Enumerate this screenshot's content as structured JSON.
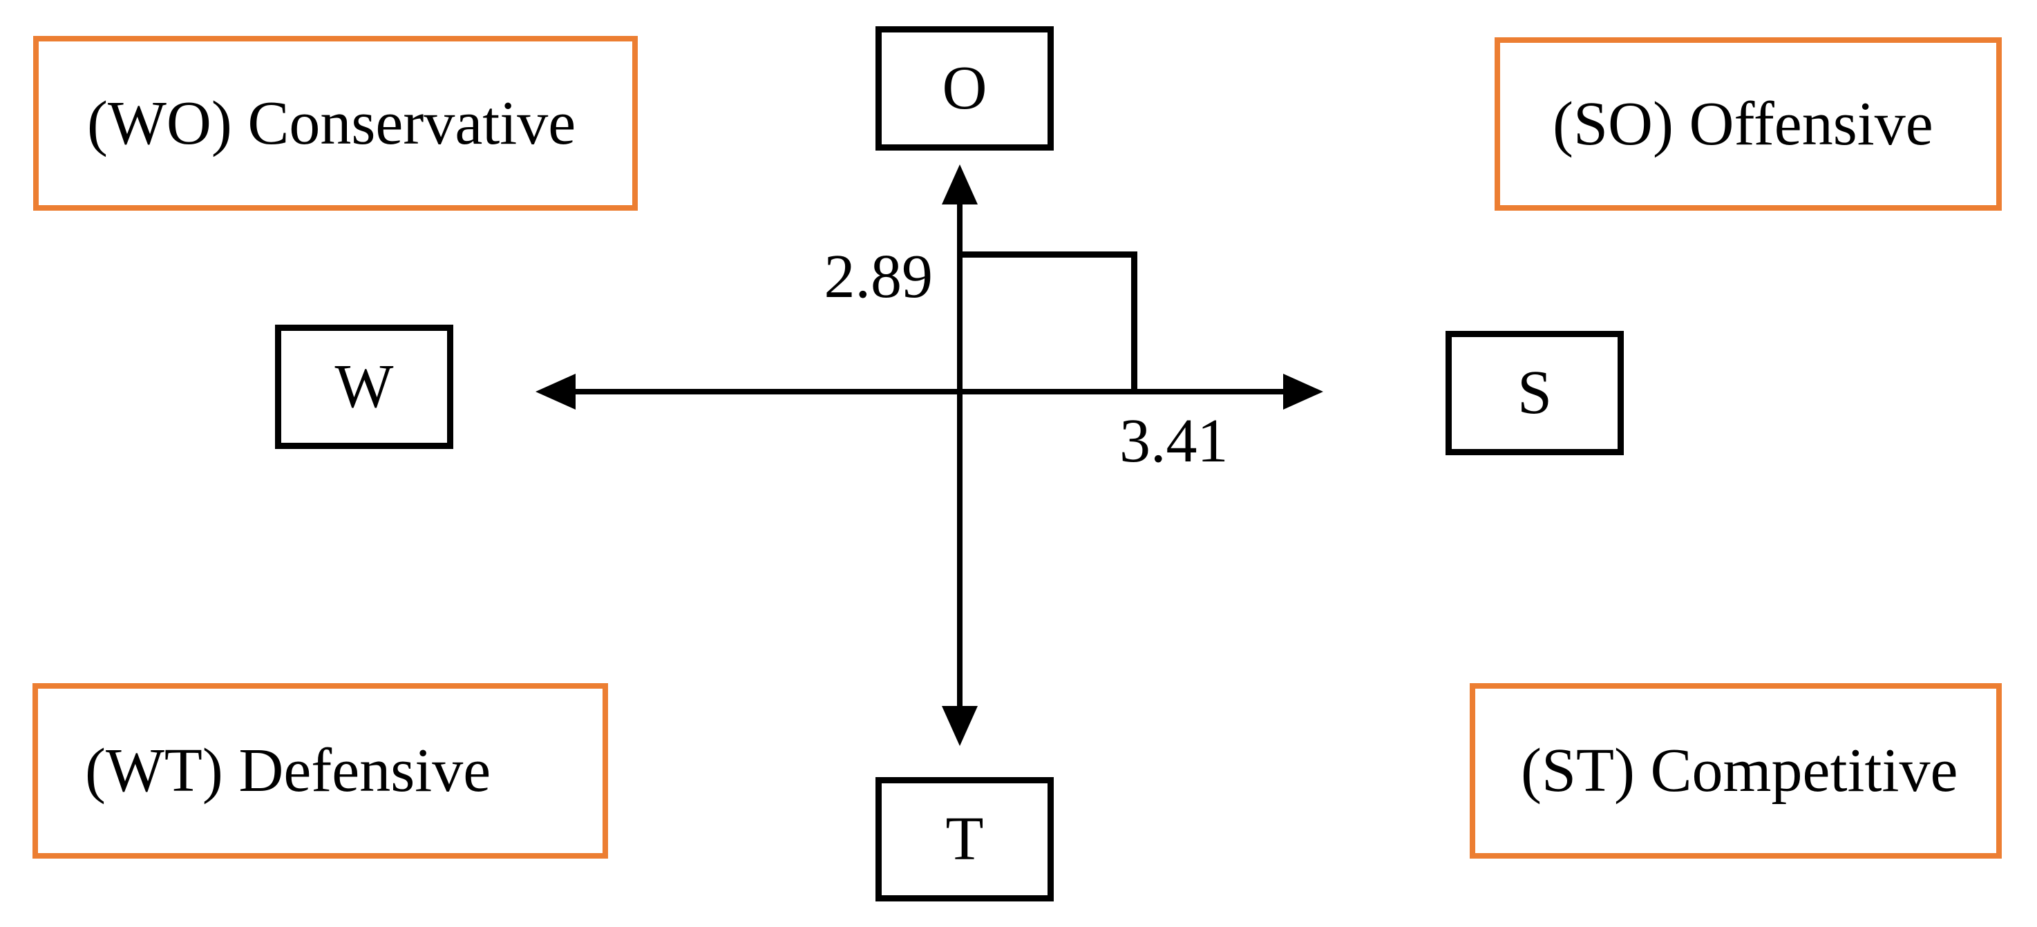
{
  "figure": {
    "type": "swot-strategic-position-diagram",
    "colors": {
      "quadrant_border": "#EC7E32",
      "line": "#000000",
      "background": "#FFFFFF"
    },
    "quadrants": [
      {
        "key": "wo",
        "position": "top-left",
        "label": "(WO) Conservative"
      },
      {
        "key": "so",
        "position": "top-right",
        "label": "(SO) Offensive"
      },
      {
        "key": "wt",
        "position": "bottom-left",
        "label": "(WT) Defensive"
      },
      {
        "key": "st",
        "position": "bottom-right",
        "label": "(ST) Competitive"
      }
    ],
    "nodes": [
      {
        "key": "o",
        "position": "top",
        "label": "O"
      },
      {
        "key": "w",
        "position": "left",
        "label": "W"
      },
      {
        "key": "s",
        "position": "right",
        "label": "S"
      },
      {
        "key": "t",
        "position": "bottom",
        "label": "T"
      }
    ],
    "point": {
      "x_value": "3.41",
      "y_value": "2.89"
    }
  }
}
